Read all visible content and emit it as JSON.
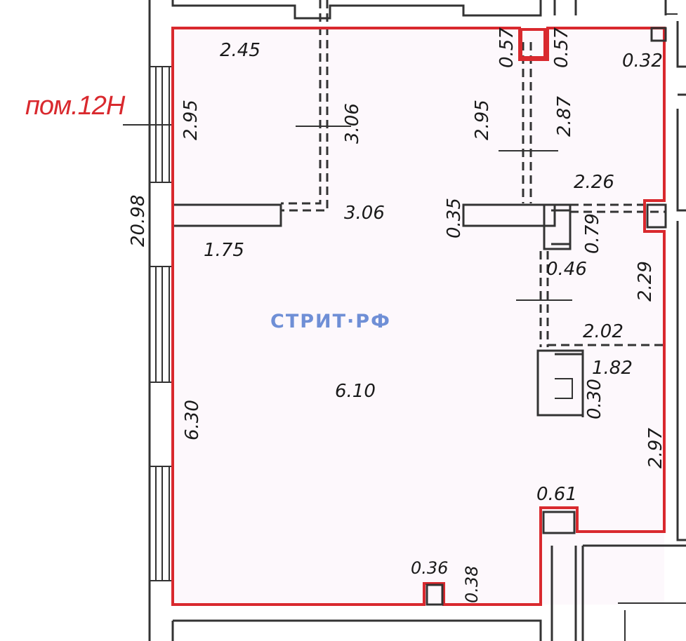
{
  "room_label": "пом.12Н",
  "watermark": "СТРИТ·РФ",
  "colors": {
    "outline": "#d9292e",
    "watermark": "#6f8fd6",
    "walls": "#333333",
    "text": "#1a1a1a"
  },
  "dimensions": {
    "d_2_45": "2.45",
    "d_2_95_left": "2.95",
    "d_3_06_vertical": "3.06",
    "d_2_95_mid": "2.95",
    "d_0_57_a": "0.57",
    "d_0_57_b": "0.57",
    "d_0_32": "0.32",
    "d_2_87": "2.87",
    "d_2_26": "2.26",
    "d_20_98": "20.98",
    "d_3_06_horizontal": "3.06",
    "d_0_35": "0.35",
    "d_0_79": "0.79",
    "d_1_75": "1.75",
    "d_0_46": "0.46",
    "d_2_29": "2.29",
    "d_2_02": "2.02",
    "d_1_82": "1.82",
    "d_6_10": "6.10",
    "d_0_30": "0.30",
    "d_6_30": "6.30",
    "d_2_97": "2.97",
    "d_0_61": "0.61",
    "d_0_36": "0.36",
    "d_0_38": "0.38"
  }
}
